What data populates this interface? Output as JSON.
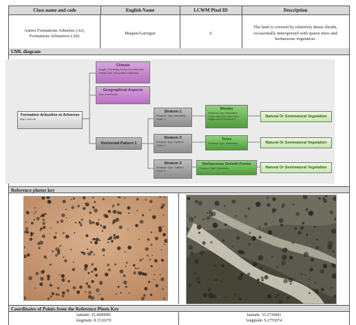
{
  "table": {
    "headers": [
      "Class name and code",
      "English Name",
      "LCWM Pixel ID",
      "Description"
    ],
    "class_name": "Autres Formations Arborées (Ar), Formations Arbustives (Ab)",
    "english_name": "Maquis/Garrigue",
    "pixel_id": "6",
    "description": "The land is covered by relatively dense shrubs, occasionally interspersed with sparse trees and herbaceous vegetation."
  },
  "sections": {
    "uml": "UML diagram",
    "photos": "Reference photos key",
    "coords": "Coordinates of Points from the Reference Photo Key"
  },
  "uml": {
    "climate": {
      "title": "Climate",
      "desc": "Length Of Growing Period: Dry Semi-arid Termal Zone: Temperate Continental"
    },
    "geo": {
      "title": "Geographical Aspects",
      "desc": "Type: Continental"
    },
    "formation": {
      "title": "Formation Arbustive et Arborees",
      "desc": "Map Code: Ab"
    },
    "horizontal": {
      "title": "Horizontal Pattern 1",
      "desc": ""
    },
    "stratum1": {
      "title": "Stratum 1",
      "desc": "Presence Type: Mandatory Order: 1"
    },
    "stratum2": {
      "title": "Stratum 2",
      "desc": "Presence Type: Optional Order: 2"
    },
    "stratum3": {
      "title": "Stratum 3",
      "desc": "Presence Type: Optional Order: 3"
    },
    "shrubs": {
      "title": "Shrubs",
      "desc": "Presence Type: Mandatory Cover: min=20.0 max=100.0 Height: min=0.5 max=5.0"
    },
    "trees": {
      "title": "Trees",
      "desc": "Presence Type: Mandatory"
    },
    "herbaceous": {
      "title": "Herbaceous Growth Forms",
      "desc": "Presence Type: Mandatory"
    },
    "natural1": {
      "title": "Natural Or Seminatural Vegetation"
    },
    "natural2": {
      "title": "Natural Or Seminatural Vegetation"
    },
    "natural3": {
      "title": "Natural Or Seminatural Vegetation"
    }
  },
  "coordinates": {
    "left_lat": "latitude: 35.4689085",
    "left_lon": "longitude: 8.1510270",
    "right_lat": "latitude: 35.2736841",
    "right_lon": "longitude: 9.2755074"
  }
}
